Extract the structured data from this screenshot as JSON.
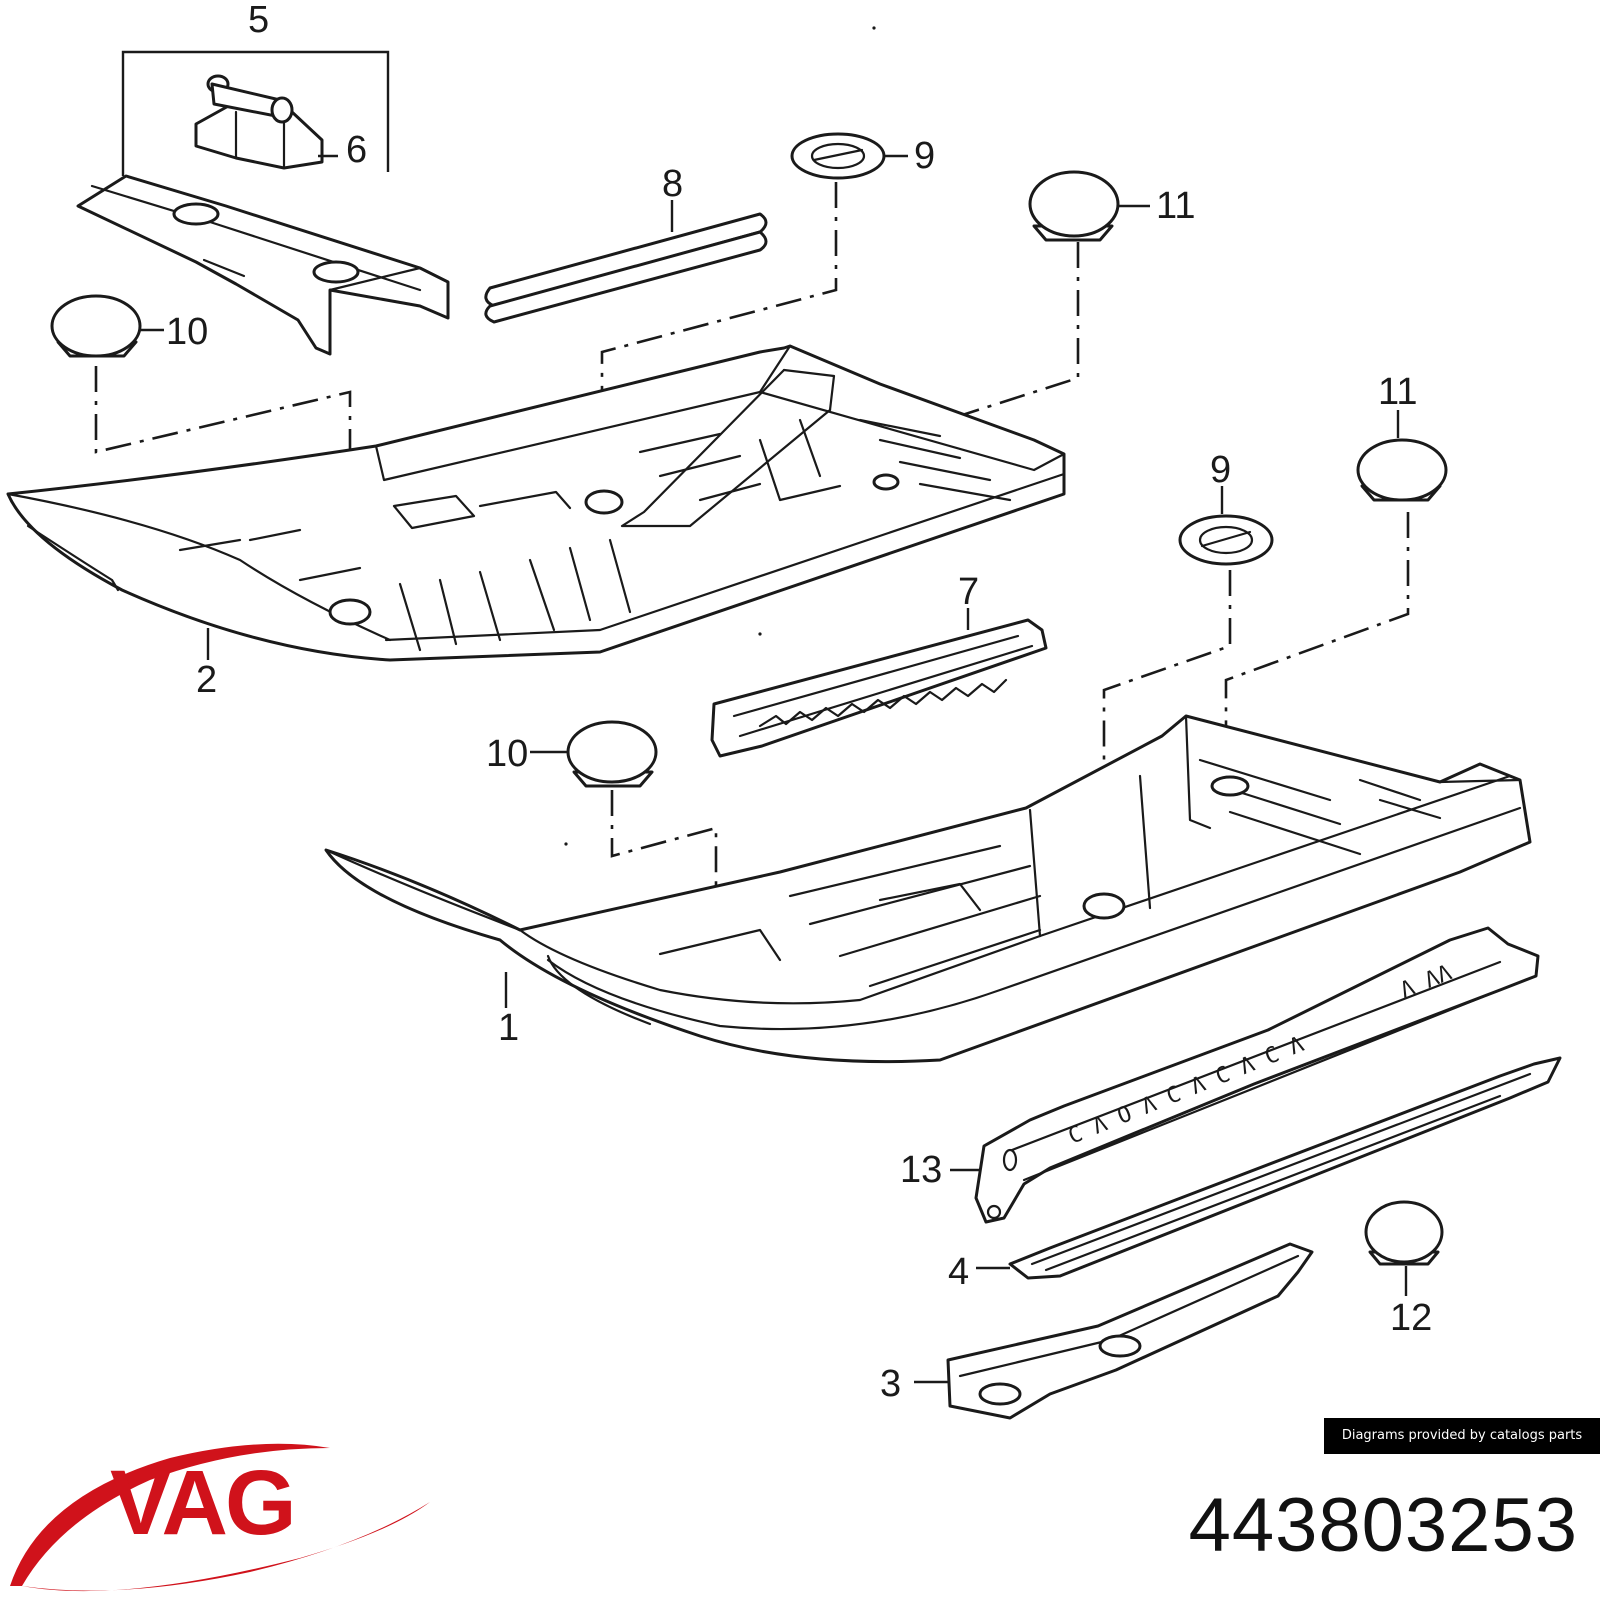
{
  "brand": {
    "name": "VAG",
    "color": "#d0121b"
  },
  "part_number": "443803253",
  "credit": "Diagrams provided by catalogs parts",
  "callouts": {
    "c5": "5",
    "c6": "6",
    "c8": "8",
    "c9a": "9",
    "c11a": "11",
    "c10a": "10",
    "c2": "2",
    "c11b": "11",
    "c9b": "9",
    "c7": "7",
    "c10b": "10",
    "c1": "1",
    "c13": "13",
    "c4": "4",
    "c12": "12",
    "c3": "3"
  },
  "stamp_text": {
    "rail_marks": "C Λ O Λ C Λ C Λ C Λ",
    "rail_end_marks": "Λ ΛΛ"
  }
}
